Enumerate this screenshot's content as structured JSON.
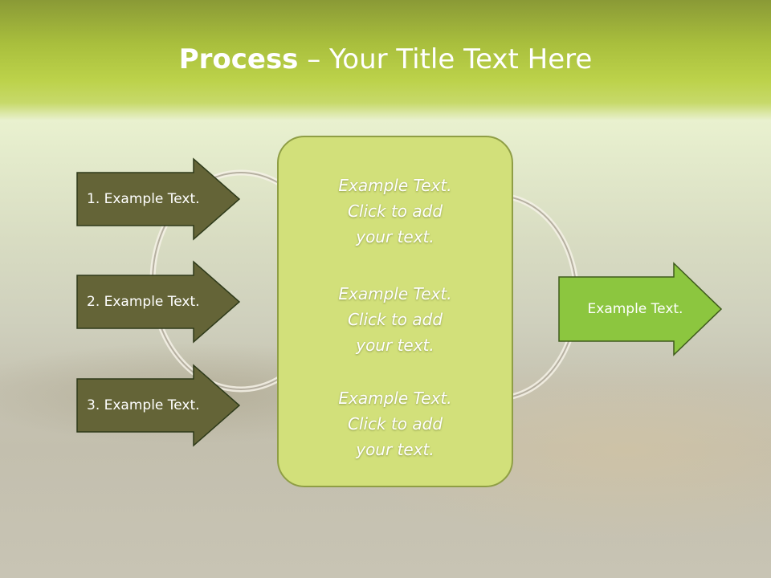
{
  "slide": {
    "title_bold": "Process",
    "title_rest": " – Your Title Text Here"
  },
  "left_arrows": [
    {
      "label": "1. Example Text."
    },
    {
      "label": "2. Example Text."
    },
    {
      "label": "3. Example Text."
    }
  ],
  "center_box": {
    "blocks": [
      {
        "lines": [
          "Example Text.",
          "Click  to add",
          "your text."
        ]
      },
      {
        "lines": [
          "Example Text.",
          "Click  to add",
          "your text."
        ]
      },
      {
        "lines": [
          "Example Text.",
          "Click  to add",
          "your text."
        ]
      }
    ]
  },
  "right_arrow": {
    "label": "Example Text."
  },
  "colors": {
    "left_arrow_fill": "#646437",
    "right_arrow_fill": "#8cc63f",
    "center_box_fill": "#d2e07a",
    "title_band": "#bcd24a"
  }
}
